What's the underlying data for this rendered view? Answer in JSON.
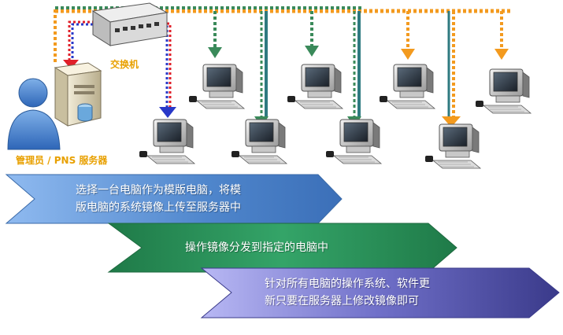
{
  "labels": {
    "switch": "交换机",
    "server": "管理员 / PNS 服务器"
  },
  "steps": [
    {
      "line1": "选择一台电脑作为模版电脑，将模",
      "line2": "版电脑的系统镜像上传至服务器中"
    },
    {
      "line1": "操作镜像分发到指定的电脑中",
      "line2": ""
    },
    {
      "line1": "针对所有电脑的操作系统、软件更",
      "line2": "新只要在服务器上修改镜像即可"
    }
  ],
  "colors": {
    "bus_green": "#3a8a5a",
    "bus_orange": "#f39a1e",
    "trunk_teal": "#2f7a80",
    "upload_red": "#e0202a",
    "upload_blue": "#2838c8",
    "label_orange": "#e8a000",
    "step1": "#5b95d6",
    "step2": "#2e9a63",
    "step3": "#6f6fc8"
  },
  "icons": [
    "switch-icon",
    "server-icon",
    "admin-person-icon",
    "pc-icon"
  ]
}
